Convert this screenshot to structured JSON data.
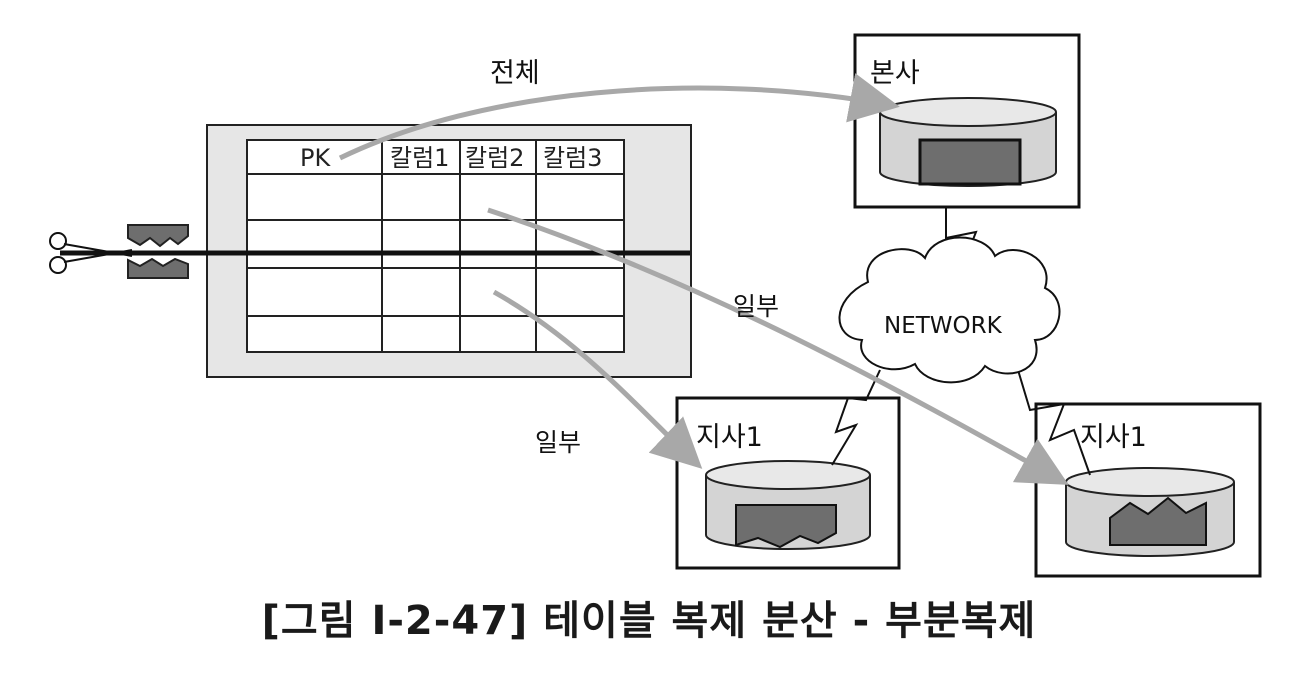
{
  "table": {
    "columns": [
      "PK",
      "칼럼1",
      "칼럼2",
      "칼럼3"
    ]
  },
  "arrows": {
    "full": "전체",
    "partial_top": "일부",
    "partial_bottom": "일부"
  },
  "nodes": {
    "hq": "본사",
    "network": "NETWORK",
    "branch_a": "지사1",
    "branch_b": "지사1"
  },
  "caption": "[그림 Ⅰ-2-47] 테이블 복제 분산 - 부분복제"
}
